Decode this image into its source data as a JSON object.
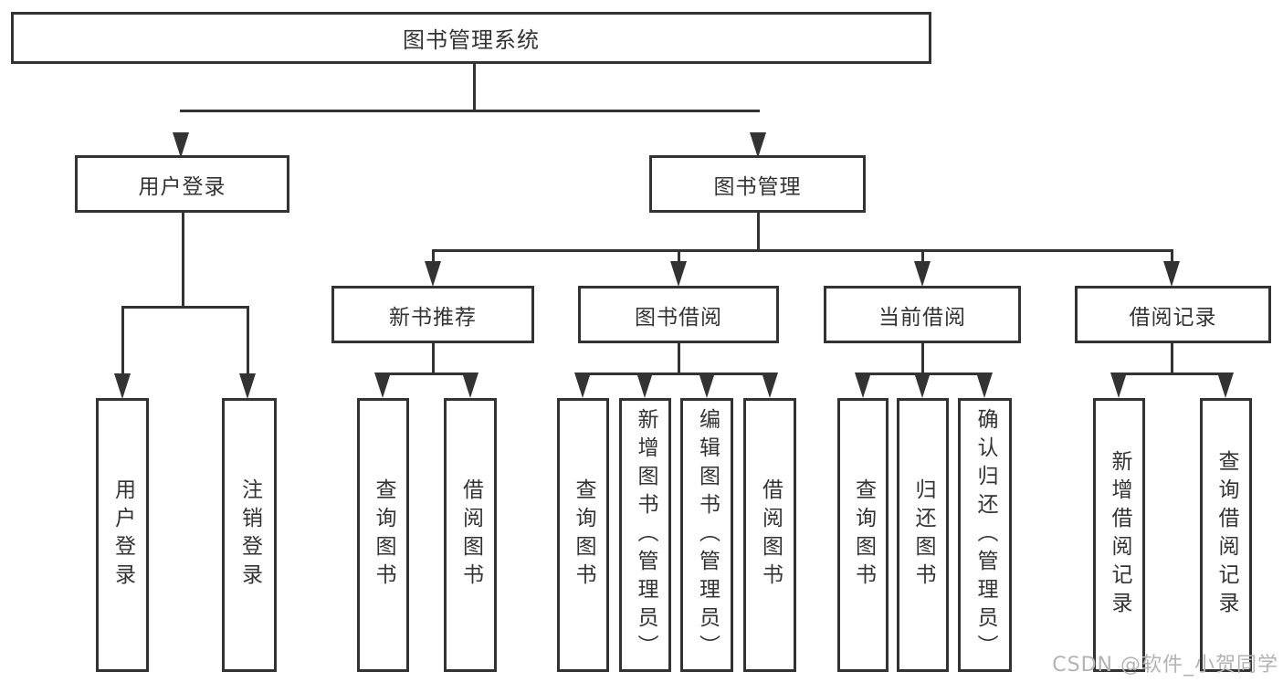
{
  "nodes": {
    "root": "图书管理系统",
    "user_login": "用户登录",
    "book_mgmt": "图书管理",
    "new_book": "新书推荐",
    "book_borrow": "图书借阅",
    "current_borrow": "当前借阅",
    "borrow_record": "借阅记录",
    "leaves": {
      "user_login": [
        "用户登录",
        "注销登录"
      ],
      "new_book": [
        "查询图书",
        "借阅图书"
      ],
      "book_borrow": [
        "查询图书",
        "新增图书（管理员）",
        "编辑图书（管理员）",
        "借阅图书"
      ],
      "current_borrow": [
        "查询图书",
        "归还图书",
        "确认归还（管理员）"
      ],
      "borrow_record": [
        "新增借阅记录",
        "查询借阅记录"
      ]
    }
  },
  "watermark": "CSDN @软件_小贺同学",
  "colors": {
    "line": "#333333",
    "text": "#333333",
    "watermark": "#b3b3b3",
    "background": "#ffffff"
  }
}
